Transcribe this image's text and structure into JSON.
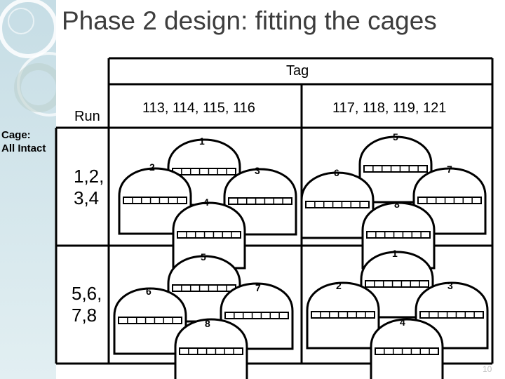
{
  "slide": {
    "title": "Phase 2 design: fitting the cages",
    "side_label_line1": "Cage:",
    "side_label_line2": "All Intact",
    "page_number": "10"
  },
  "table": {
    "tag_header": "Tag",
    "run_header": "Run",
    "columns": [
      "113, 114, 115, 116",
      "117, 118, 119, 121"
    ],
    "rows": [
      {
        "run_line1": "1,2,",
        "run_line2": "3,4"
      },
      {
        "run_line1": "5,6,",
        "run_line2": "7,8"
      }
    ]
  },
  "cages": {
    "row1_col1": [
      "1",
      "2",
      "3",
      "4"
    ],
    "row1_col2": [
      "5",
      "6",
      "7",
      "8"
    ],
    "row2_col1": [
      "5",
      "6",
      "7",
      "8"
    ],
    "row2_col2": [
      "1",
      "2",
      "3",
      "4"
    ]
  },
  "colors": {
    "sidebar_top": "#c9dfe6",
    "sidebar_bottom": "#dcecf0",
    "title_text": "#3d3d3d",
    "grid_line": "#000000"
  }
}
